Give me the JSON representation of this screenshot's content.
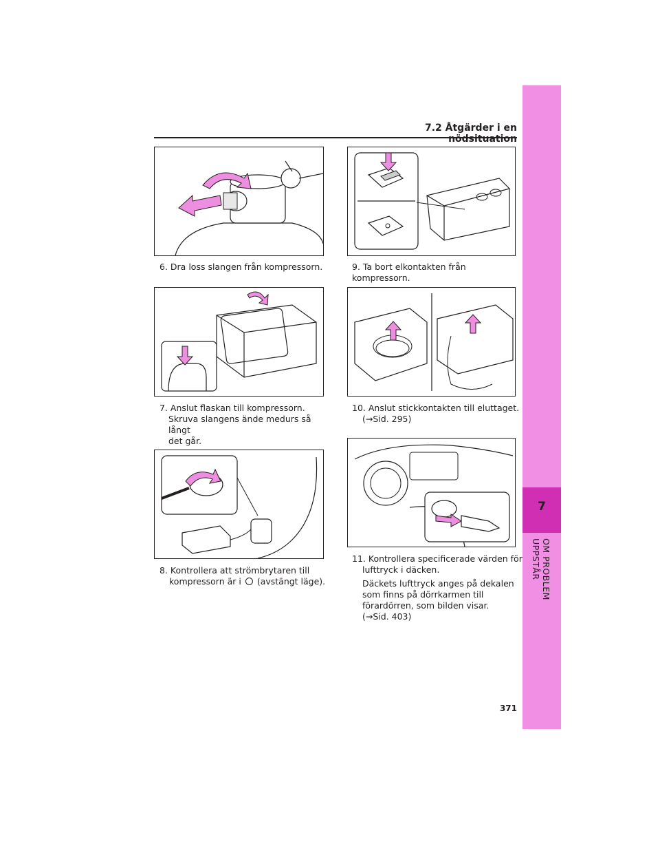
{
  "header": {
    "section_title": "7.2  Åtgärder i en nödsituation"
  },
  "tab": {
    "number": "7",
    "label": "OM PROBLEM UPPSTÅR"
  },
  "steps": {
    "s6": {
      "num": "6.",
      "text": "Dra loss slangen från kompressorn."
    },
    "s7": {
      "num": "7.",
      "text": "Anslut flaskan till kompressorn.",
      "sub1": "Skruva slangens ände medurs så långt",
      "sub2": "det går."
    },
    "s8": {
      "num": "8.",
      "line1": "Kontrollera att strömbrytaren till",
      "line2a": "kompressorn är i",
      "line2b": "(avstängt läge)."
    },
    "s9": {
      "num": "9.",
      "text": "Ta bort elkontakten från kompressorn."
    },
    "s10": {
      "num": "10.",
      "line1": "Anslut stickkontakten till eluttaget.",
      "line2": "(→Sid. 295)"
    },
    "s11": {
      "num": "11.",
      "line1": "Kontrollera specificerade värden för",
      "line2": "lufttryck i däcken.",
      "sub1": "Däckets lufttryck anges på dekalen",
      "sub2": "som finns på dörrkarmen till",
      "sub3": "förardörren, som bilden visar.",
      "sub4": "(→Sid. 403)"
    }
  },
  "page_number": "371",
  "colors": {
    "tab_light": "#f08fe4",
    "tab_dark": "#d02fb3",
    "arrow": "#ee8ee0"
  }
}
